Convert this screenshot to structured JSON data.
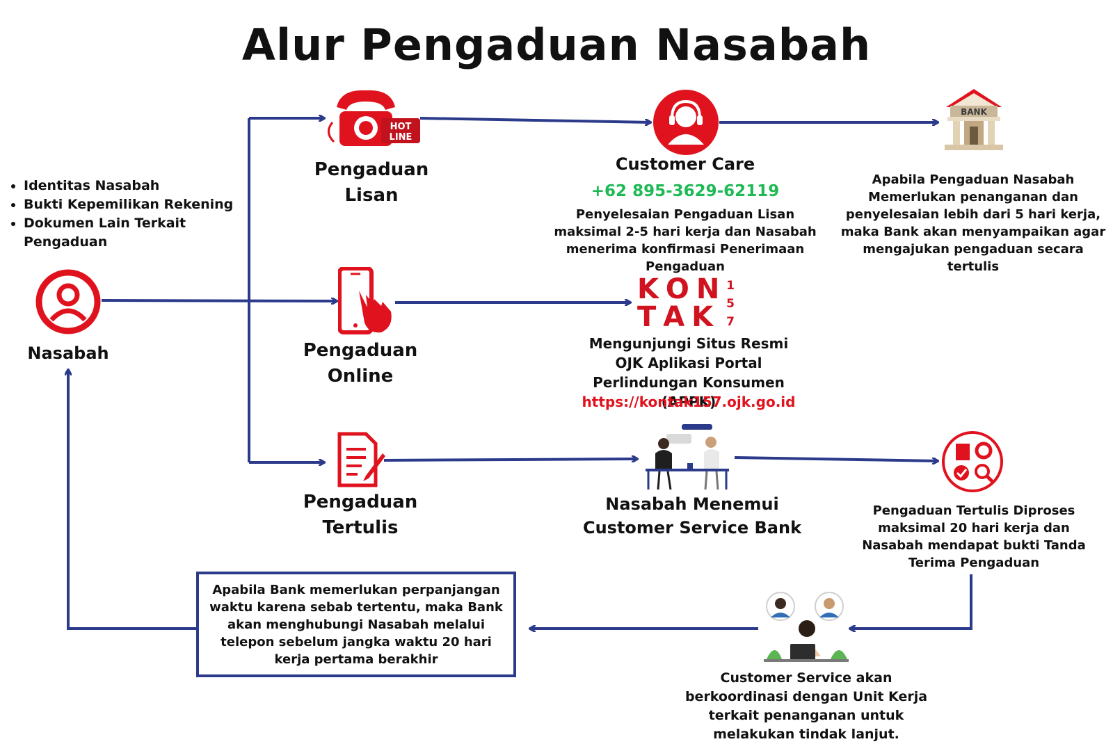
{
  "title": "Alur Pengaduan Nasabah",
  "colors": {
    "red": "#e0121e",
    "navy": "#2b3a8a",
    "green": "#1db954"
  },
  "requirements": [
    "Identitas  Nasabah",
    "Bukti Kepemilikan Rekening",
    "Dokumen Lain Terkait Pengaduan"
  ],
  "nasabah": {
    "label": "Nasabah",
    "icon": "person-circle-icon"
  },
  "lisan": {
    "line1": "Pengaduan",
    "line2": "Lisan",
    "icon": "hotline-phone-icon",
    "badge1": "HOT",
    "badge2": "LINE"
  },
  "online": {
    "line1": "Pengaduan",
    "line2": "Online",
    "icon": "smartphone-touch-icon"
  },
  "tertulis": {
    "line1": "Pengaduan",
    "line2": "Tertulis",
    "icon": "document-pen-icon"
  },
  "customer_care": {
    "title": "Customer Care",
    "phone": "+62 895-3629-62119",
    "desc": "Penyelesaian Pengaduan Lisan maksimal 2-5 hari kerja dan Nasabah menerima konfirmasi Penerimaan Pengaduan",
    "icon": "headset-agent-icon"
  },
  "bank": {
    "sign": "BANK",
    "desc": "Apabila Pengaduan Nasabah Memerlukan penanganan dan penyelesaian lebih dari 5 hari kerja, maka Bank akan menyampaikan agar mengajukan pengaduan secara tertulis",
    "icon": "bank-building-icon"
  },
  "kontak": {
    "logo_row1": "K O N",
    "logo_row2": "T A K",
    "logo_digits": [
      "1",
      "5",
      "7"
    ],
    "desc": "Mengunjungi Situs Resmi OJK Aplikasi Portal Perlindungan Konsumen (APPK)",
    "url": "https://kontak157.ojk.go.id"
  },
  "cs_meet": {
    "line1": "Nasabah Menemui",
    "line2": "Customer Service Bank",
    "icon": "meeting-illustration-icon"
  },
  "processed": {
    "desc": "Pengaduan Tertulis Diproses maksimal 20 hari kerja dan Nasabah mendapat bukti Tanda Terima Pengaduan",
    "icon": "process-cycle-icon"
  },
  "coordination": {
    "desc": "Customer Service akan berkoordinasi dengan Unit Kerja terkait penanganan untuk melakukan tindak lanjut.",
    "icon": "call-center-illustration-icon"
  },
  "extension_note": "Apabila Bank memerlukan perpanjangan waktu karena sebab tertentu, maka Bank akan menghubungi Nasabah melalui telepon sebelum jangka waktu 20 hari kerja pertama berakhir"
}
